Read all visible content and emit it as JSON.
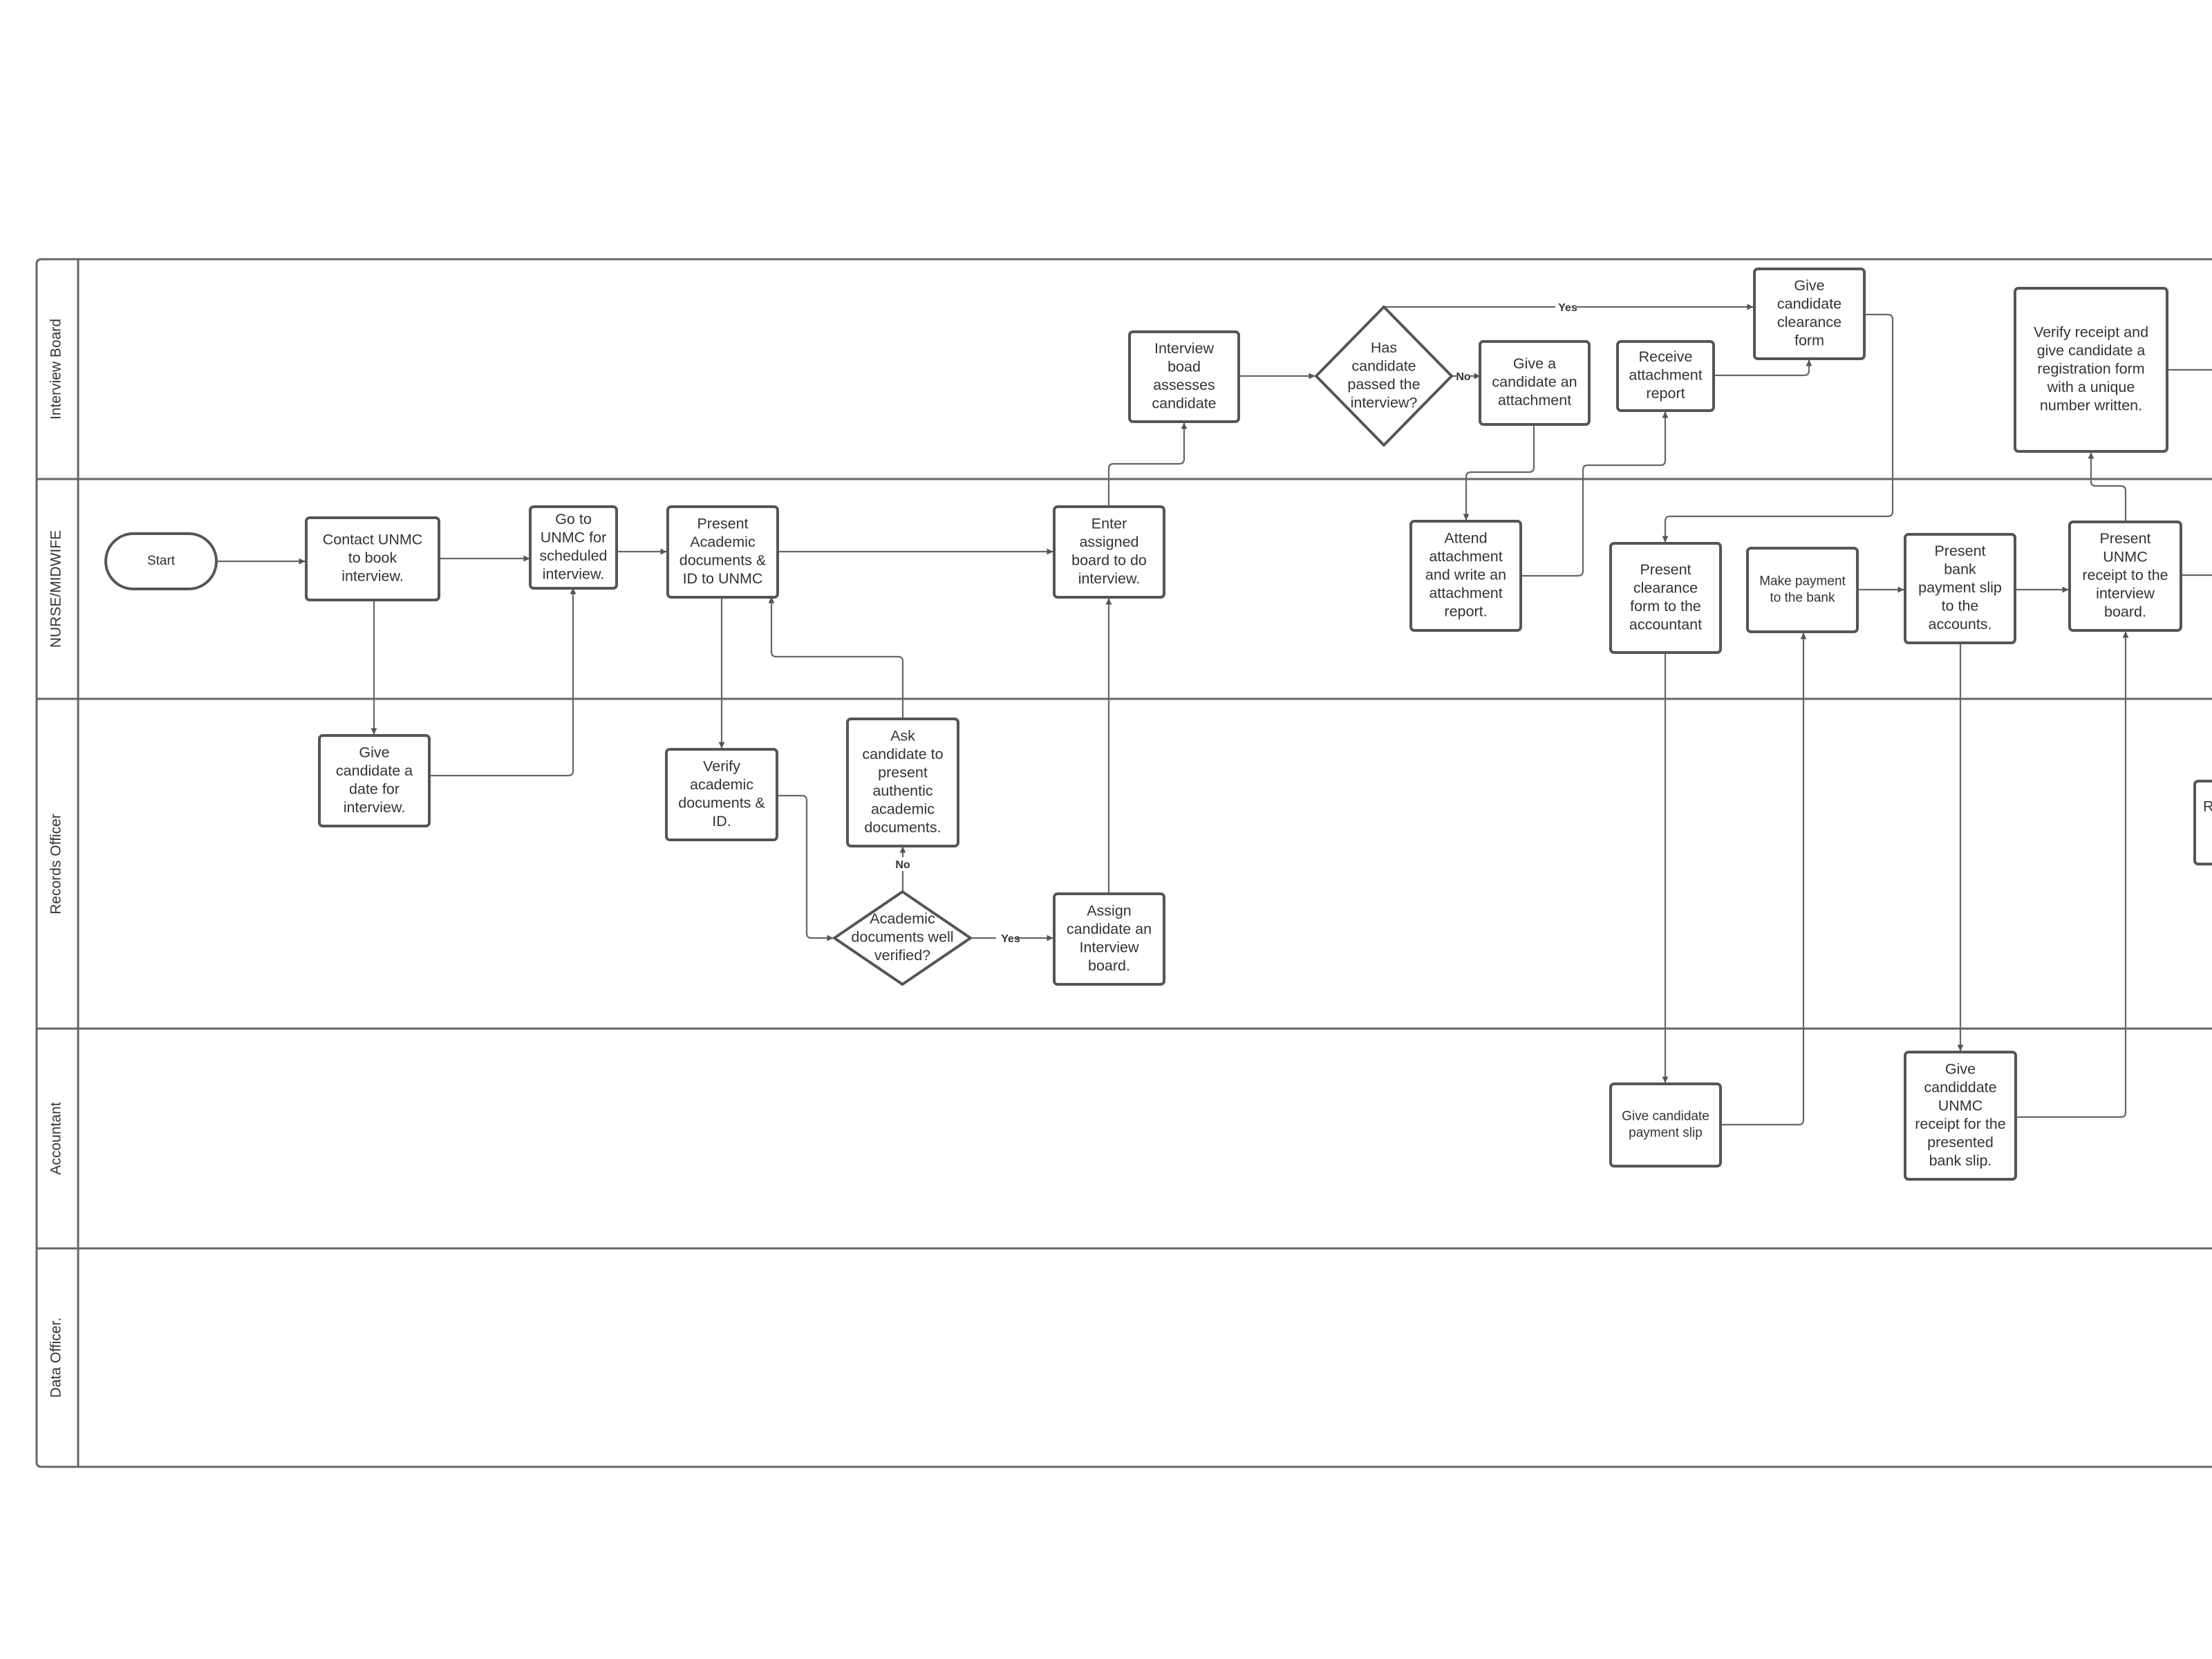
{
  "lanes": [
    {
      "id": "interview",
      "label": "Interview Board"
    },
    {
      "id": "nurse",
      "label": "NURSE/MIDWIFE"
    },
    {
      "id": "records",
      "label": "Records Officer"
    },
    {
      "id": "accountant",
      "label": "Accountant"
    },
    {
      "id": "data",
      "label": "Data Officer."
    }
  ],
  "nodes": [
    {
      "id": "start",
      "shape": "terminal",
      "lines": [
        "Start"
      ]
    },
    {
      "id": "contact",
      "shape": "process",
      "lines": [
        "Contact UNMC",
        "to book",
        "interview."
      ]
    },
    {
      "id": "give-date",
      "shape": "process",
      "lines": [
        "Give",
        "candidate a",
        "date for",
        "interview."
      ]
    },
    {
      "id": "go-unmc",
      "shape": "process",
      "lines": [
        "Go to",
        "UNMC for",
        "scheduled",
        "interview."
      ]
    },
    {
      "id": "present-docs",
      "shape": "process",
      "lines": [
        "Present",
        "Academic",
        "documents &",
        "ID to UNMC"
      ]
    },
    {
      "id": "verify-docs",
      "shape": "process",
      "lines": [
        "Verify",
        "academic",
        "documents  &",
        "ID."
      ]
    },
    {
      "id": "ask-authentic",
      "shape": "process",
      "lines": [
        "Ask",
        "candidate to",
        "present",
        "authentic",
        "academic",
        "documents."
      ]
    },
    {
      "id": "docs-verified",
      "shape": "decision",
      "lines": [
        "Academic",
        "documents well",
        "verified?"
      ]
    },
    {
      "id": "assign-board",
      "shape": "process",
      "lines": [
        "Assign",
        "candidate an",
        "Interview",
        "board."
      ]
    },
    {
      "id": "enter-board",
      "shape": "process",
      "lines": [
        "Enter",
        "assigned",
        "board to do",
        "interview."
      ]
    },
    {
      "id": "board-assess",
      "shape": "process",
      "lines": [
        "Interview",
        "boad",
        "assesses",
        "candidate"
      ]
    },
    {
      "id": "passed",
      "shape": "decision",
      "lines": [
        "Has",
        "candidate",
        "passed the",
        "interview?"
      ]
    },
    {
      "id": "give-attachment",
      "shape": "process",
      "lines": [
        "Give a",
        "candidate an",
        "attachment"
      ]
    },
    {
      "id": "attend-attachment",
      "shape": "process",
      "lines": [
        "Attend",
        "attachment",
        "and write an",
        "attachment",
        "report."
      ]
    },
    {
      "id": "receive-report",
      "shape": "process",
      "lines": [
        "Receive",
        "attachment",
        "report"
      ]
    },
    {
      "id": "clearance-form",
      "shape": "process",
      "lines": [
        "Give",
        "candidate",
        "clearance",
        "form"
      ]
    },
    {
      "id": "present-clearance",
      "shape": "process",
      "lines": [
        "Present",
        "clearance",
        "form to the",
        "accountant"
      ]
    },
    {
      "id": "payment-slip",
      "shape": "process",
      "small": true,
      "lines": [
        "Give candidate",
        "payment slip"
      ]
    },
    {
      "id": "make-payment",
      "shape": "process",
      "small": true,
      "lines": [
        "Make payment",
        "to the bank"
      ]
    },
    {
      "id": "present-bank-slip",
      "shape": "process",
      "lines": [
        "Present",
        "bank",
        "payment slip",
        "to the",
        "accounts."
      ]
    },
    {
      "id": "give-receipt",
      "shape": "process",
      "lines": [
        "Give",
        "candiddate",
        "UNMC",
        "receipt for the",
        "presented",
        "bank slip."
      ]
    },
    {
      "id": "present-receipt",
      "shape": "process",
      "lines": [
        "Present",
        "UNMC",
        "receipt to the",
        "interview",
        "board."
      ]
    },
    {
      "id": "verify-receipt",
      "shape": "process",
      "lines": [
        "Verify receipt and",
        "give candidate a",
        "registration form",
        "with a unique",
        "number written."
      ]
    },
    {
      "id": "records-partial",
      "shape": "process",
      "lines": [
        "R"
      ]
    }
  ],
  "edge_labels": {
    "yes": "Yes",
    "no": "No"
  },
  "icons": {
    "arrowhead": "arrowhead-icon"
  }
}
